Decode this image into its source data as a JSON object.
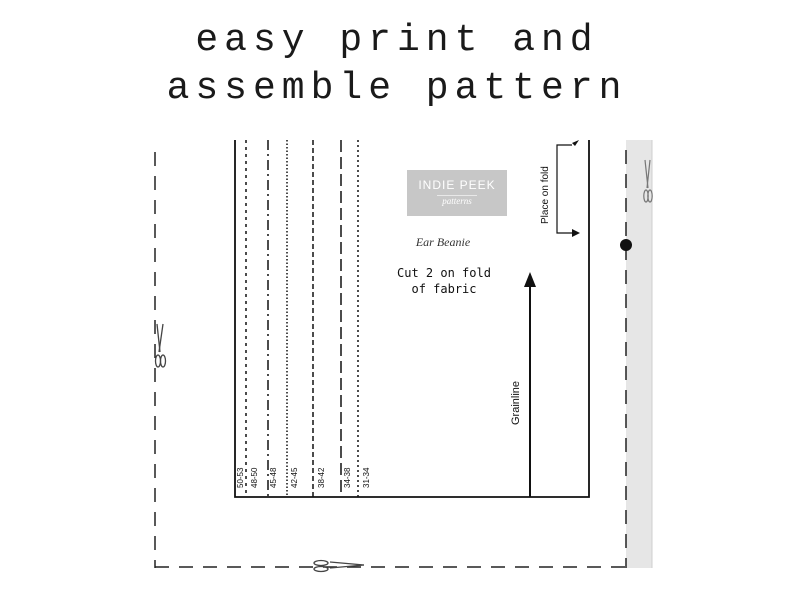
{
  "headline": {
    "line1": "easy print and",
    "line2": "assemble pattern"
  },
  "logo": {
    "brand": "INDIE PEEK",
    "sub": "patterns"
  },
  "piece": {
    "name": "Ear Beanie",
    "instruction_line1": "Cut 2 on fold",
    "instruction_line2": "of fabric",
    "grainline_label": "Grainline",
    "fold_label": "Place on fold"
  },
  "sizes": [
    "50-53",
    "48-50",
    "45-48",
    "42-45",
    "38-42",
    "34-38",
    "31-34"
  ],
  "colors": {
    "ink": "#111111",
    "logo_bg": "#c7c7c7",
    "page_strip": "#e6e6e6",
    "headline": "#1a1a1a"
  },
  "icons": {
    "scissors_left": "scissors-icon",
    "scissors_bottom": "scissors-icon",
    "scissors_right": "scissors-icon",
    "registration_dot": "registration-dot-icon"
  }
}
